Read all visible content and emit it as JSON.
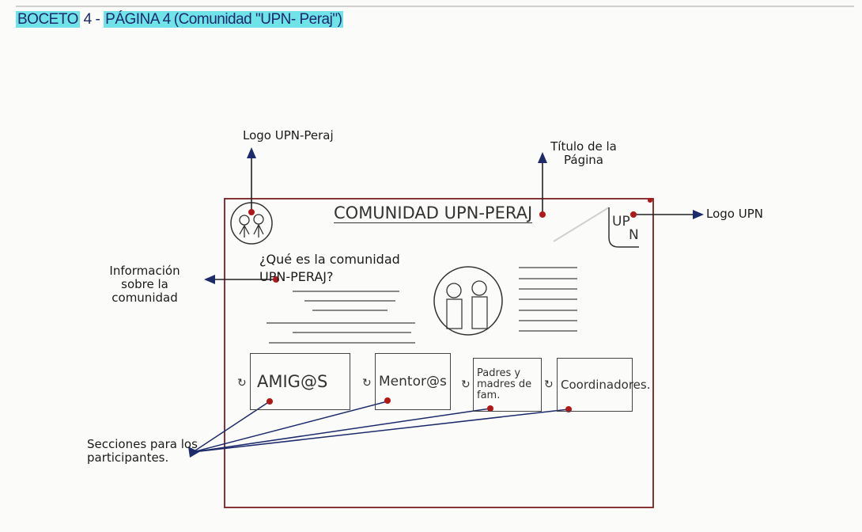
{
  "header": {
    "part1": "BOCETO",
    "part2": "4 -",
    "part3": "PÁGINA 4",
    "part4": "(Comunidad \"UPN- Peraj\")"
  },
  "annotations": {
    "logo_peraj": "Logo UPN-Peraj",
    "page_title_note": "Título de la Página",
    "logo_upn": "Logo UPN",
    "info": "Información sobre la comunidad",
    "sections": "Secciones para los participantes."
  },
  "page": {
    "title": "COMUNIDAD UPN-PERAJ",
    "question": "¿Qué es la comunidad UPN-PERAJ?",
    "logo_text": "UPN",
    "sections": [
      {
        "label": "AMIG@S",
        "icon": "↻"
      },
      {
        "label": "Mentor@s",
        "icon": "↻"
      },
      {
        "label": "Padres y madres de fam.",
        "icon": "↻"
      },
      {
        "label": "Coordinadores.",
        "icon": "↻"
      }
    ]
  }
}
